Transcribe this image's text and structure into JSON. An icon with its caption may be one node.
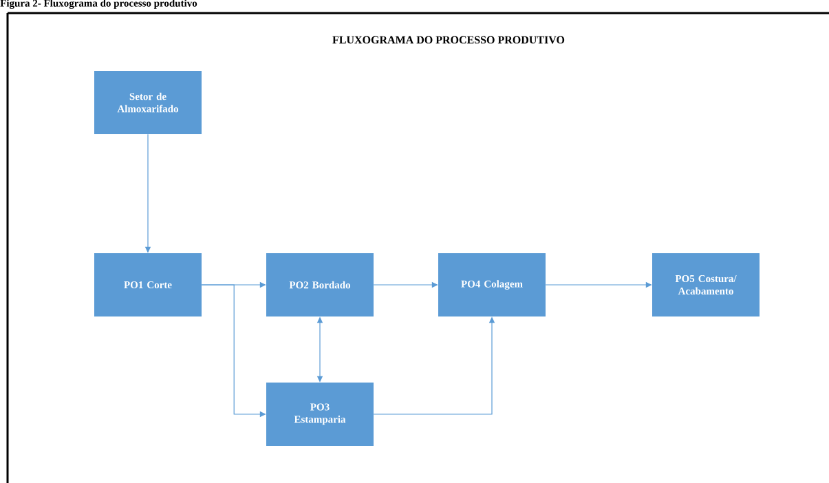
{
  "diagram": {
    "title": "FLUXOGRAMA DO PROCESSO PRODUTIVO",
    "caption": "Figura 2- Fluxograma do processo produtivo",
    "nodes": [
      {
        "text": [
          "Setor de Almoxarifado"
        ]
      },
      {
        "text": [
          "PO1 Corte"
        ]
      },
      {
        "text": [
          "PO2 Bordado"
        ]
      },
      {
        "text": [
          "PO3 Estamparia"
        ]
      },
      {
        "text": [
          "PO4 Colagem"
        ]
      },
      {
        "text": [
          "PO5 Costura/ Acabamento"
        ]
      }
    ],
    "edges": [
      {
        "from": 0,
        "to": 1,
        "arrow": "to"
      },
      {
        "from": 1,
        "to": 2,
        "arrow": "to"
      },
      {
        "from": 1,
        "to": 3,
        "arrow": "to"
      },
      {
        "from": 2,
        "to": 3,
        "arrow": "both"
      },
      {
        "from": 2,
        "to": 4,
        "arrow": "to"
      },
      {
        "from": 3,
        "to": 4,
        "arrow": "to"
      },
      {
        "from": 4,
        "to": 5,
        "arrow": "to"
      }
    ]
  }
}
